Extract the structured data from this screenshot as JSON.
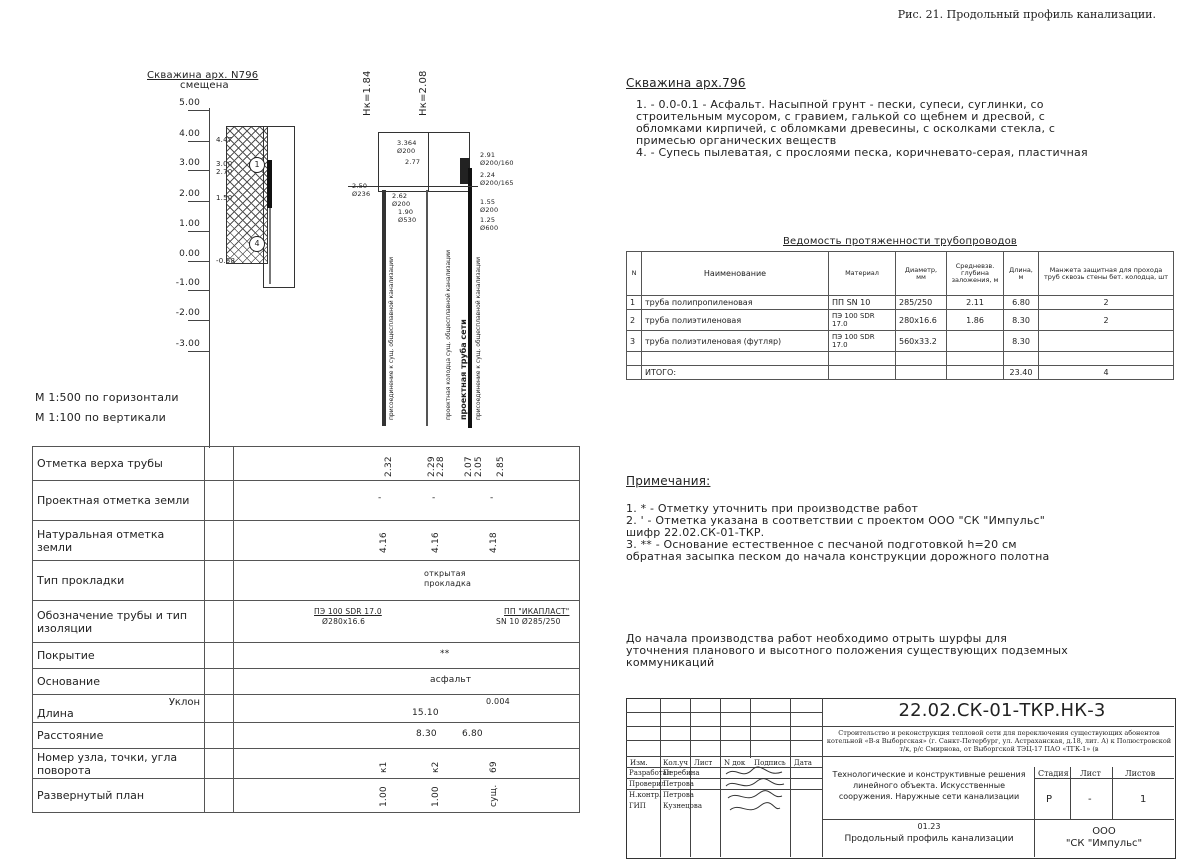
{
  "figure_caption": "Рис. 21. Продольный профиль канализации.",
  "profile": {
    "borehole_title": "Скважина арх. N796",
    "borehole_sub": "смещена",
    "levels": [
      "5.00",
      "4.00",
      "3.00",
      "2.00",
      "1.00",
      "0.00",
      "-1.00",
      "-2.00",
      "-3.00"
    ],
    "side_marks": [
      "4.47",
      "3.00",
      "2.70",
      "1.50",
      "-0.58"
    ],
    "layer_numbers": [
      "1",
      "4"
    ],
    "nk_left": "Нк=1.84",
    "nk_right": "Нк=2.08",
    "scale_h": "М 1:500 по горизонтали",
    "scale_v": "М 1:100 по вертикали",
    "well_labels": [
      "3.364",
      "Ø200",
      "2.77",
      "2.50",
      "Ø236",
      "2.62",
      "Ø200",
      "1.90",
      "Ø530",
      "2.91",
      "Ø200/160",
      "2.24",
      "Ø200/165",
      "1.55",
      "Ø200",
      "1.25",
      "Ø600"
    ],
    "vertical_labels": [
      "проектная труба сети",
      "присоединение к сущ. общесплавной канализации",
      "проектная колодца сущ. общесплавной канализации",
      "присоединение к сущ. общесплавной канализации"
    ]
  },
  "profile_table": {
    "rows": [
      {
        "label": "Отметка верха трубы",
        "values": [
          "2.32",
          "2.29",
          "2.28",
          "2.07",
          "2.05",
          "2.85"
        ]
      },
      {
        "label": "Проектная отметка земли",
        "values": [
          "-",
          "-",
          "-"
        ]
      },
      {
        "label": "Натуральная отметка земли",
        "values": [
          "4.16",
          "4.16",
          "4.18"
        ]
      },
      {
        "label": "Тип прокладки",
        "values": [
          "открытая прокладка"
        ]
      },
      {
        "label": "Обозначение трубы и тип изоляции",
        "values": [
          "ПЭ 100 SDR 17.0",
          "Ø280х16.6",
          "ПП \"ИКАПЛАСТ\"",
          "SN 10 Ø285/250"
        ]
      },
      {
        "label": "Покрытие",
        "values": [
          "**"
        ]
      },
      {
        "label": "Основание",
        "values": [
          "асфальт"
        ]
      },
      {
        "label": "Длина",
        "extra": "Уклон",
        "values": [
          "15.10",
          "0.004"
        ]
      },
      {
        "label": "Расстояние",
        "values": [
          "8.30",
          "6.80"
        ]
      },
      {
        "label": "Номер узла, точки, угла поворота",
        "values": [
          "к1",
          "к2",
          "69"
        ]
      },
      {
        "label": "Развернутый план",
        "values": [
          "1.00",
          "1.00",
          "сущ."
        ]
      }
    ]
  },
  "borehole_section": {
    "title": "Скважина арх.796",
    "text": "1.  - 0.0-0.1 - Асфальт. Насыпной грунт - пески, супеси, суглинки, со\n     строительным мусором, с гравием, галькой со щебнем и дресвой, с\n     обломками кирпичей, с обломками древесины, с осколками стекла, с\n     примесью органических веществ\n4. - Супесь пылеватая, с прослоями песка, коричневато-серая, пластичная"
  },
  "pipe_table": {
    "title": "Ведомость протяженности трубопроводов",
    "headers": [
      "N",
      "Наименование",
      "Материал",
      "Диаметр, мм",
      "Средневзв. глубина заложения, м",
      "Длина, м",
      "Манжета защитная для прохода труб сквозь стены бет. колодца, шт"
    ],
    "rows": [
      [
        "1",
        "труба полипропиленовая",
        "ПП SN 10",
        "285/250",
        "2.11",
        "6.80",
        "2"
      ],
      [
        "2",
        "труба полиэтиленовая",
        "ПЭ 100 SDR 17.0",
        "280х16.6",
        "1.86",
        "8.30",
        "2"
      ],
      [
        "3",
        "труба полиэтиленовая (футляр)",
        "ПЭ 100 SDR 17.0",
        "560х33.2",
        "",
        "8.30",
        ""
      ],
      [
        "",
        "",
        "",
        "",
        "",
        "",
        ""
      ],
      [
        "",
        "ИТОГО:",
        "",
        "",
        "",
        "23.40",
        "4"
      ]
    ]
  },
  "notes": {
    "title": "Примечания:",
    "text": "1. * - Отметку уточнить при производстве работ\n2. ' - Отметка указана в соответствии с проектом ООО \"СК \"Импульс\"\nшифр  22.02.СК-01-ТКР.\n3. ** - Основание естественное с песчаной подготовкой h=20 см\nобратная засыпка песком до начала конструкции дорожного полотна"
  },
  "warning": "До начала производства работ  необходимо отрыть шурфы  для\nуточнения планового и высотного положения существующих подземных\nкоммуникаций",
  "title_block": {
    "code": "22.02.СК-01-ТКР.НК-3",
    "project_desc": "Строительство и реконструкция тепловой сети для переключения существующих абонентов котельной «В-я Выборгская» (г. Санкт-Петербург, ул. Астраханская, д.18, лит. А) к Полюстровской т/к, р/с Смирнова, от Выборгской ТЭЦ-17 ПАО «ТГК-1» (в",
    "head_cols": [
      "Изм.",
      "Кол.уч",
      "Лист",
      "N док",
      "Подпись",
      "Дата"
    ],
    "roles": [
      {
        "role": "Разработал",
        "name": "Перебина"
      },
      {
        "role": "Проверил",
        "name": "Петрова"
      },
      {
        "role": "Н.контр.",
        "name": "Петрова"
      },
      {
        "role": "ГИП",
        "name": "Кузнецова"
      }
    ],
    "section_text": "Технологические и конструктивные решения линейного объекта. Искусственные сооружения. Наружные сети канализации",
    "sheet_title_num": "01.23",
    "sheet_title": "Продольный профиль канализации",
    "stage_h": "Стадия",
    "sheet_h": "Лист",
    "sheets_h": "Листов",
    "stage": "Р",
    "sheet": "-",
    "sheets": "1",
    "company": "ООО\n\"СК \"Импульс\""
  }
}
